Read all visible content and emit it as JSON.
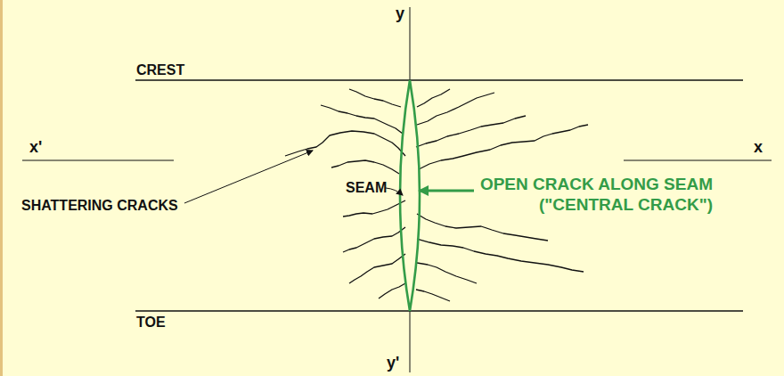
{
  "diagram": {
    "labels": [
      "y",
      "CREST",
      "x'",
      "x",
      "SHATTERING CRACKS",
      "SEAM",
      "OPEN CRACK ALONG SEAM (\"CENTRAL CRACK\")",
      "TOE",
      "y'"
    ]
  }
}
